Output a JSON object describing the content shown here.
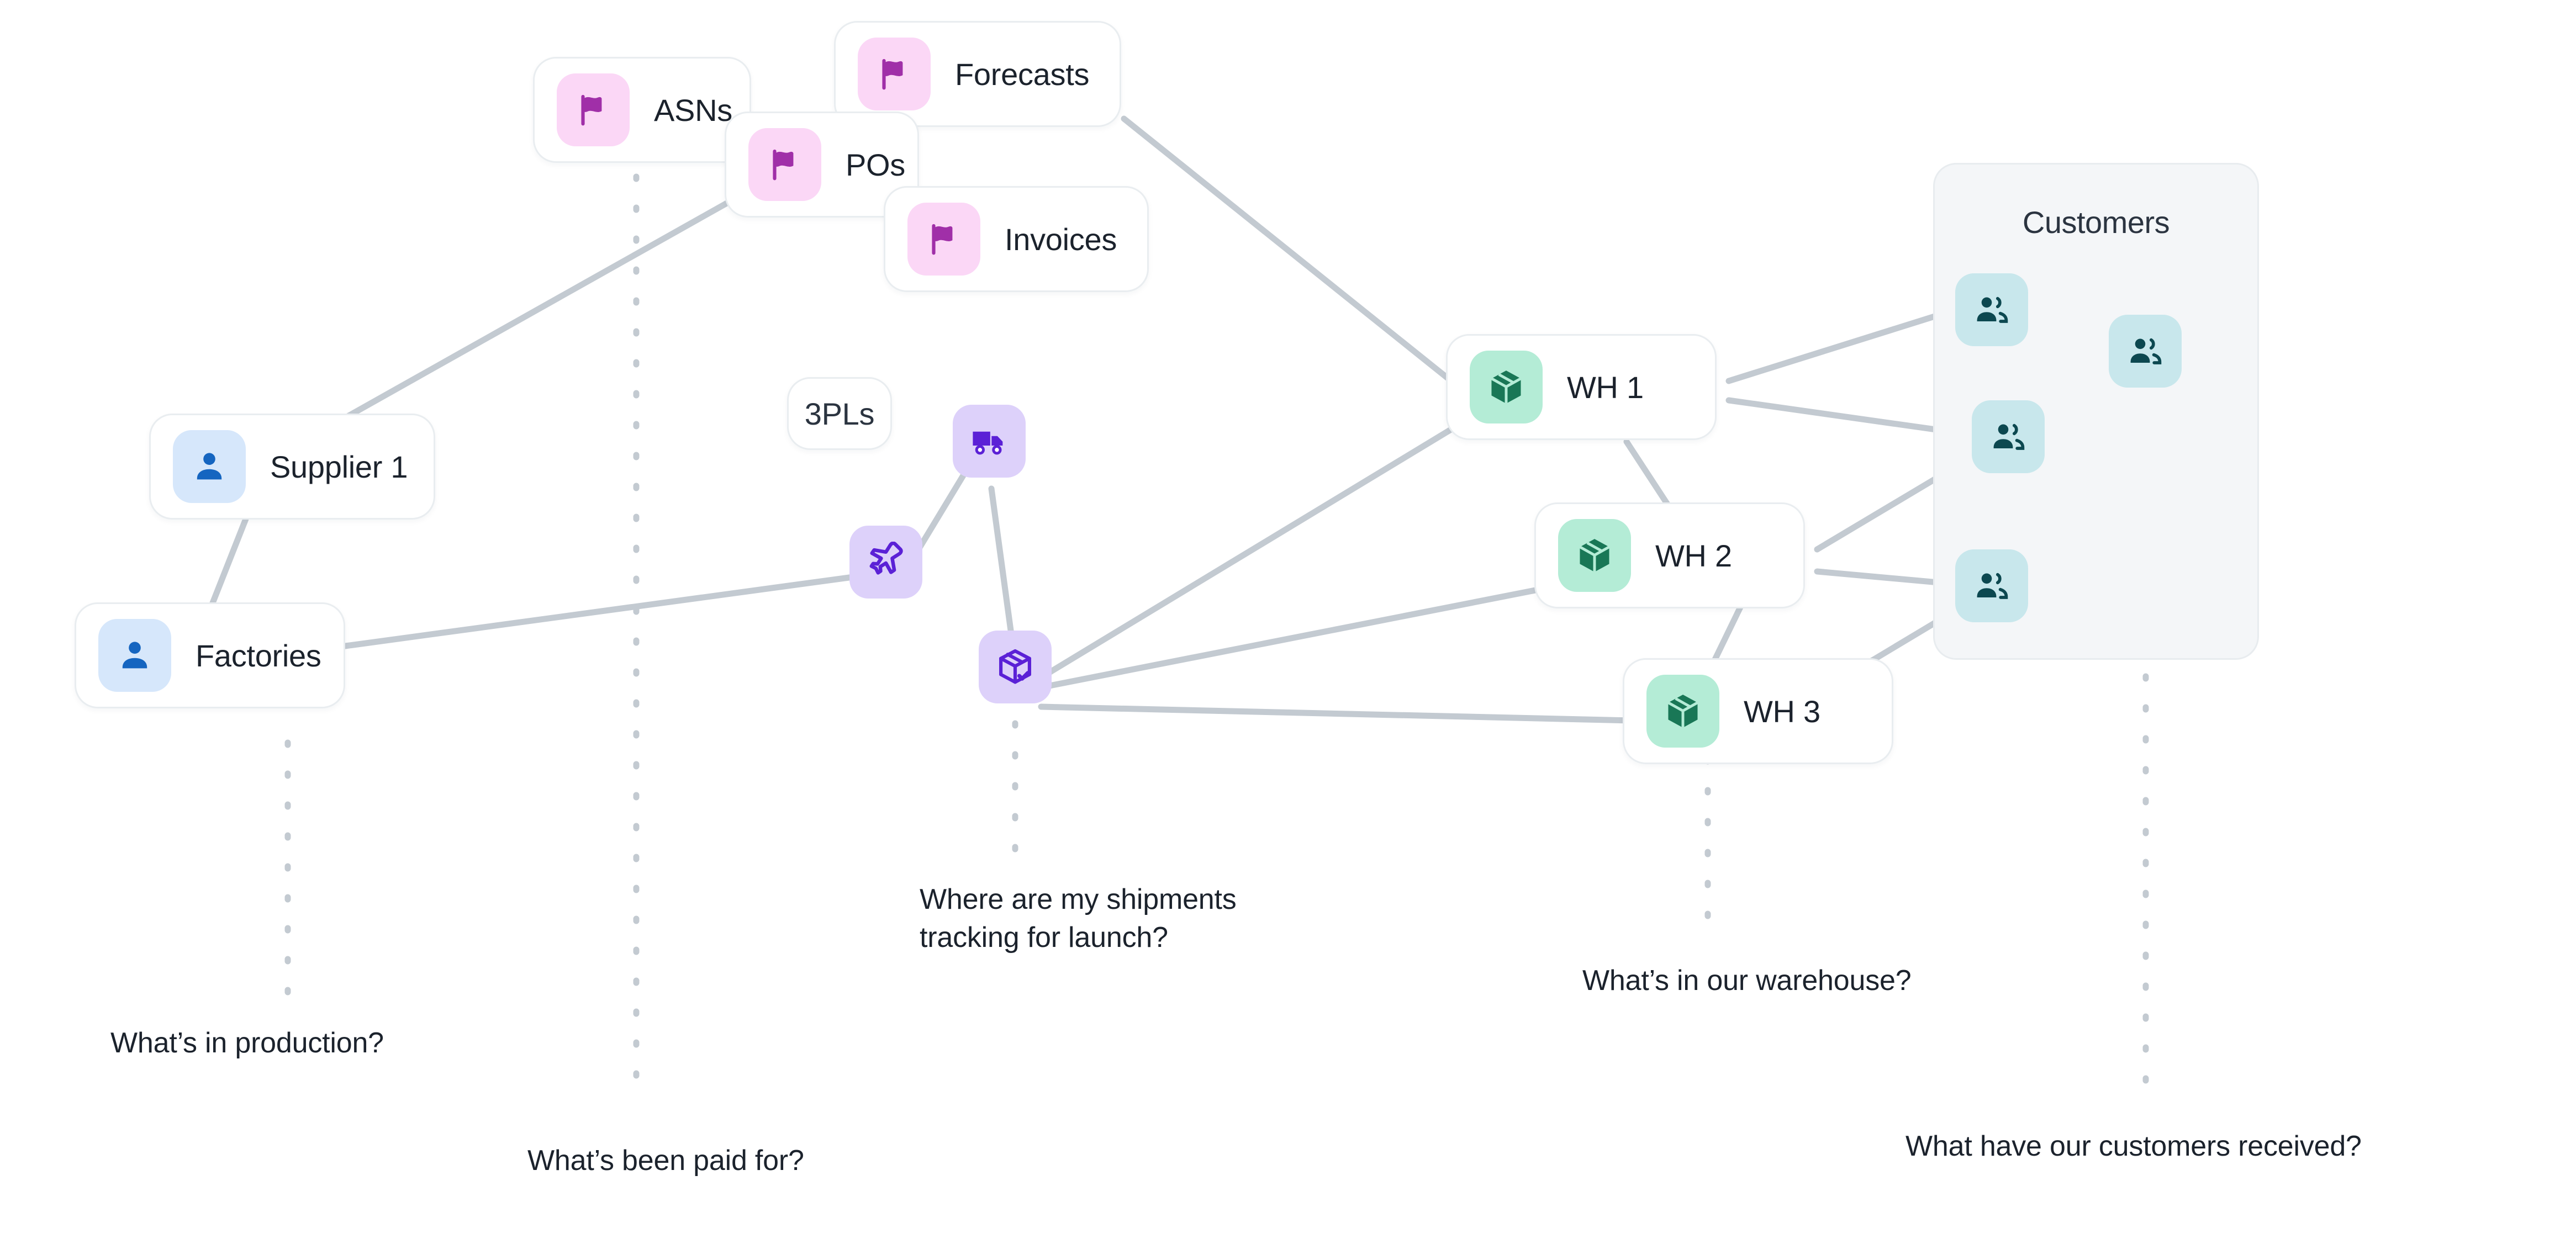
{
  "diagram": {
    "title": "Supply chain network map",
    "background": "#ffffff",
    "edge_color": "#c3cad1"
  },
  "groups": [
    {
      "id": "customers",
      "label": "Customers",
      "fill": "#f4f6f8",
      "border": "#e8ecef"
    }
  ],
  "nodes": [
    {
      "id": "asns",
      "label": "ASNs",
      "icon": "flag-icon",
      "chip": "c-pink",
      "accent": "#a02fa8"
    },
    {
      "id": "forecasts",
      "label": "Forecasts",
      "icon": "flag-icon",
      "chip": "c-pink",
      "accent": "#a02fa8"
    },
    {
      "id": "pos",
      "label": "POs",
      "icon": "flag-icon",
      "chip": "c-pink",
      "accent": "#a02fa8"
    },
    {
      "id": "invoices",
      "label": "Invoices",
      "icon": "flag-icon",
      "chip": "c-pink",
      "accent": "#a02fa8"
    },
    {
      "id": "supplier1",
      "label": "Supplier 1",
      "icon": "person-icon",
      "chip": "c-blue",
      "accent": "#1565c0"
    },
    {
      "id": "factories",
      "label": "Factories",
      "icon": "person-icon",
      "chip": "c-blue",
      "accent": "#1565c0"
    },
    {
      "id": "threepls",
      "label": "3PLs",
      "icon": "none",
      "chip": "none",
      "accent": "#2b3440"
    },
    {
      "id": "truck",
      "label": "",
      "icon": "truck-icon",
      "chip": "c-purple",
      "accent": "#5b21d6"
    },
    {
      "id": "plane",
      "label": "",
      "icon": "airplane-icon",
      "chip": "c-purple",
      "accent": "#5b21d6"
    },
    {
      "id": "parcel",
      "label": "",
      "icon": "package-check-icon",
      "chip": "c-purple",
      "accent": "#5b21d6"
    },
    {
      "id": "wh1",
      "label": "WH 1",
      "icon": "box-icon",
      "chip": "c-green",
      "accent": "#11714f"
    },
    {
      "id": "wh2",
      "label": "WH 2",
      "icon": "box-icon",
      "chip": "c-green",
      "accent": "#11714f"
    },
    {
      "id": "wh3",
      "label": "WH 3",
      "icon": "box-icon",
      "chip": "c-green",
      "accent": "#11714f"
    },
    {
      "id": "cust1",
      "label": "",
      "icon": "people-icon",
      "chip": "c-teal",
      "accent": "#0c4850"
    },
    {
      "id": "cust2",
      "label": "",
      "icon": "people-icon",
      "chip": "c-teal",
      "accent": "#0c4850"
    },
    {
      "id": "cust3",
      "label": "",
      "icon": "people-icon",
      "chip": "c-teal",
      "accent": "#0c4850"
    },
    {
      "id": "cust4",
      "label": "",
      "icon": "people-icon",
      "chip": "c-teal",
      "accent": "#0c4850"
    }
  ],
  "annotations": [
    {
      "id": "production",
      "text": "What’s in production?",
      "line_color": "#1565c0"
    },
    {
      "id": "paid",
      "text": "What’s been paid for?",
      "line_color": "#a02fa8"
    },
    {
      "id": "shipments",
      "text": "Where are my shipments\ntracking for launch?",
      "line_color": "#5b21d6"
    },
    {
      "id": "warehouse",
      "text": "What’s in our warehouse?",
      "line_color": "#11714f"
    },
    {
      "id": "received",
      "text": "What have our customers received?",
      "line_color": "#0c4850"
    }
  ]
}
